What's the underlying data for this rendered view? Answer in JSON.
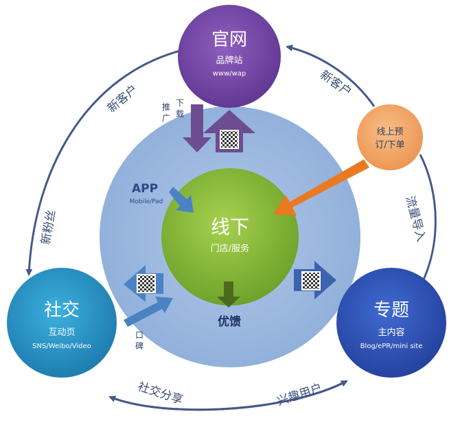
{
  "colors": {
    "official_site": "#7a4aa8",
    "offline": "#84b93a",
    "social": "#2a93c9",
    "topic": "#2f55b7",
    "online_order": "#f2a765",
    "halo": "#9ab7e0",
    "orange_arrow": "#ea7a22",
    "blue_arrow": "#4a82c3",
    "purple_arrow": "#6d4d92",
    "green_arrow": "#4c6a1e",
    "cycle_arrow": "#46588a"
  },
  "nodes": {
    "official_site": {
      "title": "官网",
      "subtitle": "品牌站",
      "detail": "www/wap"
    },
    "offline": {
      "title": "线下",
      "subtitle": "门店/服务"
    },
    "social": {
      "title": "社交",
      "subtitle": "互动页",
      "detail": "SNS/Weibo/Video"
    },
    "topic": {
      "title": "专题",
      "subtitle": "主内容",
      "detail": "Blog/ePR/mini site"
    },
    "online_order": {
      "line1": "线上预",
      "line2": "订/下单"
    }
  },
  "inner_labels": {
    "app_title": "APP",
    "app_sub": "Mobile/Pad",
    "promo": [
      "推",
      "广"
    ],
    "download": [
      "下",
      "载"
    ],
    "coupon": "优馈",
    "word_of_mouth": [
      "口",
      "碑"
    ]
  },
  "cycle_labels": {
    "top_left": "新客户",
    "top_right": "新客户",
    "left": "新粉丝",
    "right": "流量导入",
    "bottom_left": "社交分享",
    "bottom_right": "兴趣用户"
  },
  "icons": [
    "qr-code-icon",
    "qr-code-icon",
    "qr-code-icon"
  ]
}
